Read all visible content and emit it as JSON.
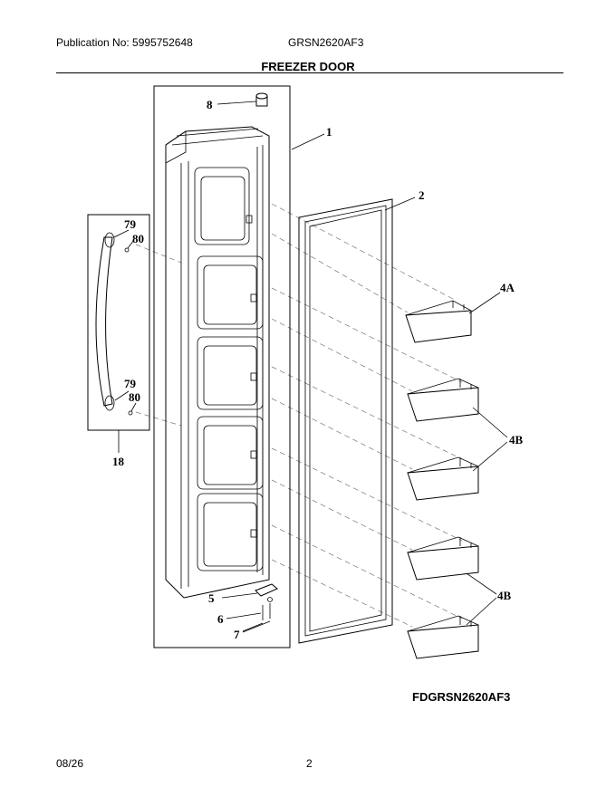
{
  "header": {
    "publication": "Publication No: 5995752648",
    "model": "GRSN2620AF3",
    "title": "FREEZER DOOR"
  },
  "parts": {
    "p1": "1",
    "p2": "2",
    "p4a": "4A",
    "p4b_upper": "4B",
    "p4b_lower": "4B",
    "p5": "5",
    "p6": "6",
    "p7": "7",
    "p8": "8",
    "p18": "18",
    "p79_upper": "79",
    "p80_upper": "80",
    "p79_lower": "79",
    "p80_lower": "80"
  },
  "figure_id": "FDGRSN2620AF3",
  "footer": {
    "date": "08/26",
    "page": "2"
  }
}
